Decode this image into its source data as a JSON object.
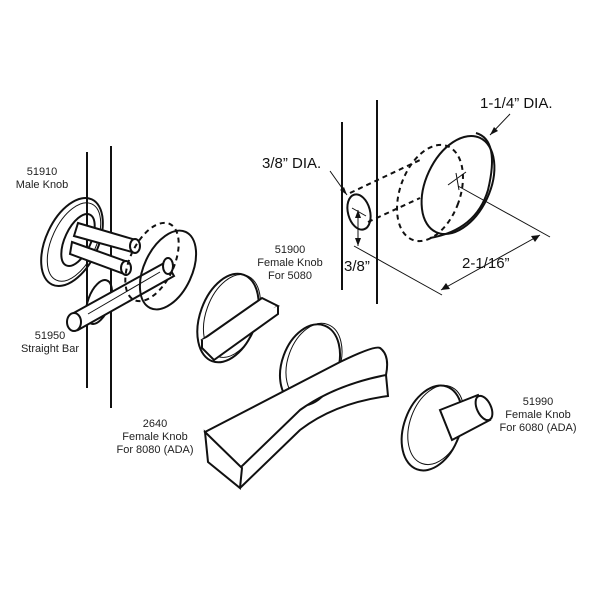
{
  "parts": [
    {
      "number": "51910",
      "name": "Male Knob"
    },
    {
      "number": "51950",
      "name": "Straight Bar"
    },
    {
      "number": "51900",
      "name": "Female Knob",
      "note": "For 5080"
    },
    {
      "number": "2640",
      "name": "Female Knob",
      "note": "For 8080 (ADA)"
    },
    {
      "number": "51990",
      "name": "Female Knob",
      "note": "For 6080 (ADA)"
    }
  ],
  "dimensions": {
    "hole_dia": "3/8” DIA.",
    "knob_dia": "1-1/4” DIA.",
    "offset": "3/8”",
    "spacing": "2-1/16”"
  }
}
